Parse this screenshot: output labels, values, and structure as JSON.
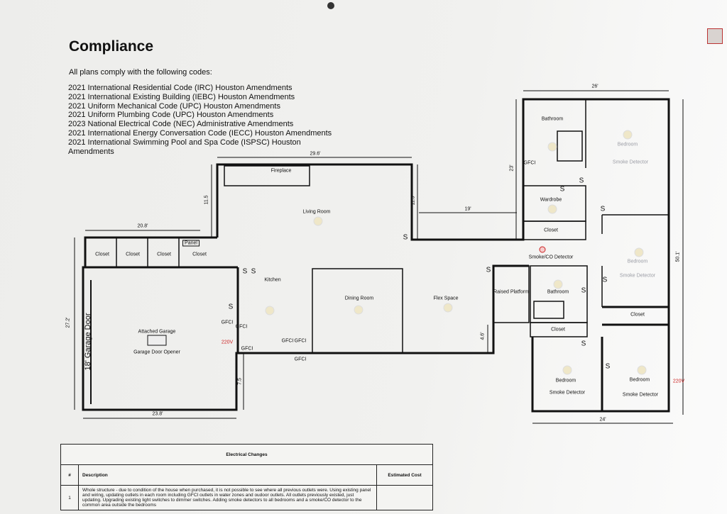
{
  "title": "Compliance",
  "intro": "All plans comply with the following codes:",
  "codes": [
    "2021 International Residential Code (IRC) Houston Amendments",
    "2021 International Existing Building (IEBC) Houston Amendments",
    "2021 Uniform Mechanical Code (UPC) Houston Amendments",
    "2021 Uniform Plumbing Code (UPC) Houston Amendments",
    "2023 National Electrical Code (NEC) Administrative Amendments",
    "2021 International Energy Conversation Code (IECC) Houston Amendments",
    "2021 International Swimming Pool and Spa Code (ISPSC) Houston Amendments"
  ],
  "plan": {
    "rooms": {
      "fireplace": "Fireplace",
      "living_room": "Living Room",
      "kitchen": "Kitchen",
      "dining_room": "Dining Room",
      "flex_space": "Flex Space",
      "raised_platform": "Raised Platform",
      "bathroom": "Bathroom",
      "closet": "Closet",
      "wardrobe": "Wardrobe",
      "bedroom": "Bedroom",
      "attached_garage": "Attached Garage",
      "garage_door_opener": "Garage Door Opener",
      "garage_door": "18' Garage Door",
      "panel": "Panel"
    },
    "smoke_detector": "Smoke Detector",
    "smoke_co_detector": "Smoke/CO Detector",
    "gfci": "GFCI",
    "v220": "220V",
    "switch": "S",
    "dimensions": {
      "living_width": "29.6'",
      "living_left": "11.5",
      "living_right": "11.5",
      "hall": "19'",
      "closets_width": "20.8'",
      "garage_height": "27.2'",
      "garage_width": "23.8'",
      "garage_step": "7.5",
      "flex_step": "4.6'",
      "wing_width": "26'",
      "wing_upper": "23'",
      "wing_height": "50.1'",
      "bottom_width": "24'"
    }
  },
  "table": {
    "title": "Electrical Changes",
    "headers": [
      "#",
      "Description",
      "Estimated Cost"
    ],
    "rows": [
      {
        "num": "1",
        "description": "Whole structure - due to condition of the house when purchased, it is not possible to see where all previous outlets were.  Using existing panel and wiring, updating outlets in each room including GFCI outlets in water zones and oudoor outlets.  All outlets previously existed, just updating.  Upgrading existing light switches to dimmer switches.  Adding smoke detectors to all bedrooms and a smoke/CO detector to the common area outside the bedrooms",
        "cost": ""
      }
    ]
  }
}
